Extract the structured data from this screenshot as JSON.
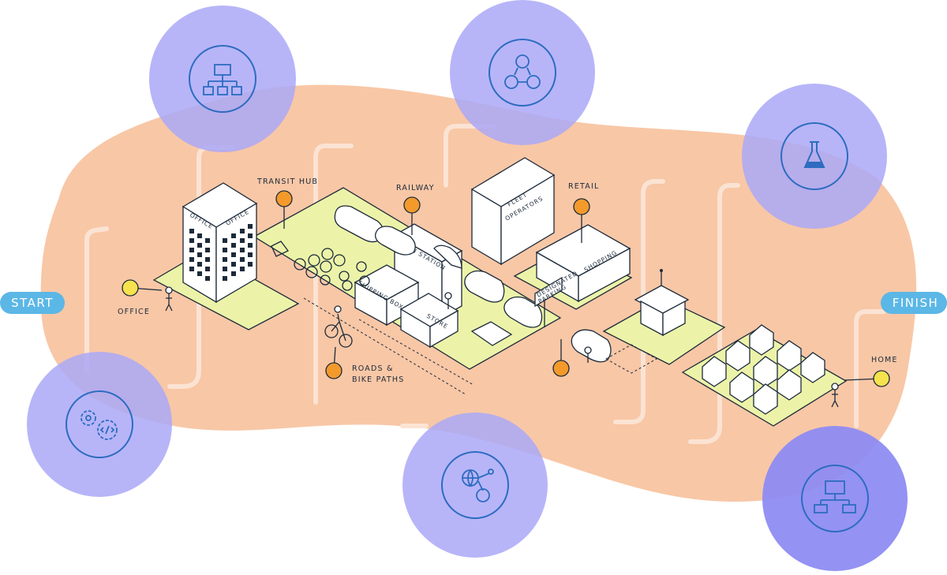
{
  "endpoints": {
    "start": "START",
    "finish": "FINISH"
  },
  "locations": {
    "office": "OFFICE",
    "transit_hub": "TRANSIT HUB",
    "railway": "RAILWAY",
    "retail": "RETAIL",
    "roads_line1": "ROADS &",
    "roads_line2": "BIKE PATHS",
    "home": "HOME"
  },
  "buildings": {
    "office_sign": "OFFICE",
    "fleet_line1": "FLEET",
    "fleet_line2": "OPERATORS",
    "shopping": "SHOPPING",
    "train_station": "TRAIN STATION",
    "shipping_boxes": "SHIPPING BOXES",
    "store": "STORE",
    "parking_line1": "DESIGNATED",
    "parking_line2": "PARKING"
  },
  "colors": {
    "background_blob": "#f8c7a6",
    "ground_tile": "#ecf3a8",
    "bubble": "#aaa8f7",
    "bubble_dark": "#8e8cf2",
    "icon_stroke": "#2d6cc0",
    "pin_orange": "#f39a2b",
    "pin_yellow": "#f6e24c",
    "endpoint": "#5bb7e6",
    "road_line": "#fbe3d3"
  },
  "bubbles": [
    {
      "icon": "hierarchy-icon"
    },
    {
      "icon": "cycle-icon"
    },
    {
      "icon": "flask-icon"
    },
    {
      "icon": "gears-code-icon"
    },
    {
      "icon": "globe-network-icon"
    },
    {
      "icon": "computer-network-icon"
    }
  ]
}
